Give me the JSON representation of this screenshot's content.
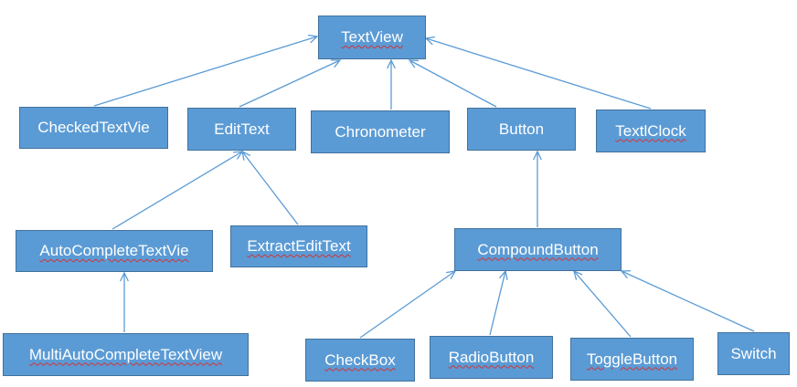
{
  "nodes": {
    "textview": "TextView",
    "checkedtextview": "CheckedTextVie",
    "edittext": "EditText",
    "chronometer": "Chronometer",
    "button": "Button",
    "textclock": "TextlClock",
    "autocompletetextview": "AutoCompleteTextVie",
    "extractedittext": "ExtractEditText",
    "compoundbutton": "CompoundButton",
    "multiautocompletetextview": "MultiAutoCompleteTextView",
    "checkbox": "CheckBox",
    "radiobutton": "RadioButton",
    "togglebutton": "ToggleButton",
    "switch": "Switch"
  },
  "edges": [
    [
      "checkedtextview",
      "textview"
    ],
    [
      "edittext",
      "textview"
    ],
    [
      "chronometer",
      "textview"
    ],
    [
      "button",
      "textview"
    ],
    [
      "textclock",
      "textview"
    ],
    [
      "autocompletetextview",
      "edittext"
    ],
    [
      "extractedittext",
      "edittext"
    ],
    [
      "compoundbutton",
      "button"
    ],
    [
      "multiautocompletetextview",
      "autocompletetextview"
    ],
    [
      "checkbox",
      "compoundbutton"
    ],
    [
      "radiobutton",
      "compoundbutton"
    ],
    [
      "togglebutton",
      "compoundbutton"
    ],
    [
      "switch",
      "compoundbutton"
    ]
  ],
  "colors": {
    "box_fill": "#5b9bd5",
    "box_border": "#41719c",
    "arrow": "#5b9bd5",
    "text": "#ffffff",
    "spellcheck": "#d13438"
  }
}
